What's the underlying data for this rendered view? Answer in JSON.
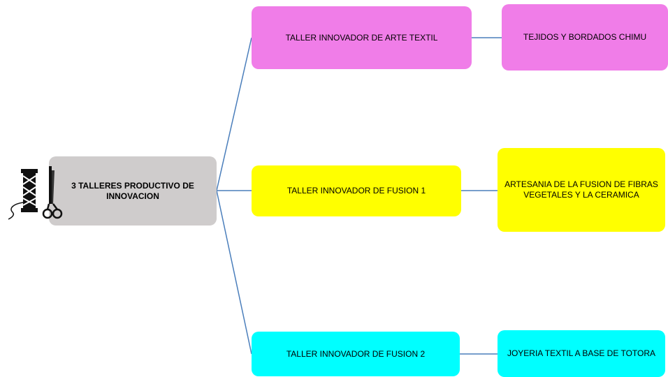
{
  "root": {
    "label": "3 TALLERES  PRODUCTIVO DE INNOVACION"
  },
  "talleres": [
    {
      "label": "TALLER INNOVADOR DE ARTE TEXTIL",
      "result": "TEJIDOS Y BORDADOS CHIMU",
      "color": "#f07de8"
    },
    {
      "label": "TALLER INNOVADOR DE FUSION 1",
      "result": "ARTESANIA DE LA FUSION DE FIBRAS VEGETALES Y LA  CERAMICA",
      "color": "#ffff00"
    },
    {
      "label": "TALLER INNOVADOR DE FUSION 2",
      "result": "JOYERIA TEXTIL A BASE DE TOTORA",
      "color": "#00ffff"
    }
  ],
  "colors": {
    "root_fill": "#cfcccc",
    "connector": "#4a7ebb"
  },
  "icons": {
    "root_icon": "thread-spool-scissors-icon"
  }
}
